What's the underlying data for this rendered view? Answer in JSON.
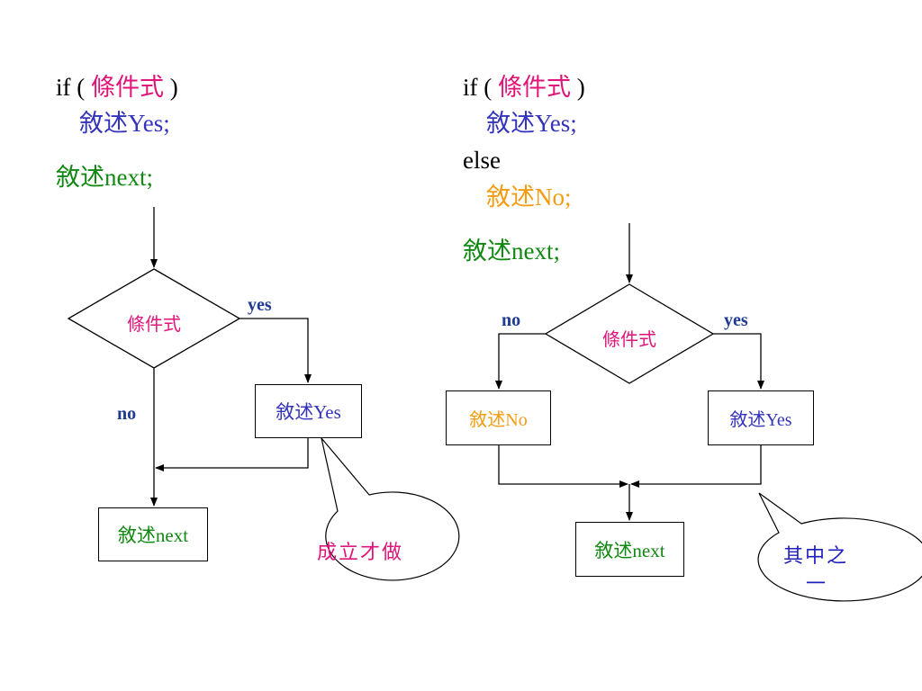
{
  "left": {
    "code": {
      "if_kw": "if ( ",
      "cond": "條件式",
      "close": " )",
      "stmt_yes": "敘述Yes;",
      "stmt_next": "敘述next;"
    },
    "flow": {
      "condition": "條件式",
      "yes_label": "yes",
      "no_label": "no",
      "yes_box": "敘述Yes",
      "next_box": "敘述next"
    },
    "callout": "成立才做"
  },
  "right": {
    "code": {
      "if_kw": "if ( ",
      "cond": "條件式",
      "close": " )",
      "stmt_yes": "敘述Yes;",
      "else_kw": "else",
      "stmt_no": "敘述No;",
      "stmt_next": "敘述next;"
    },
    "flow": {
      "condition": "條件式",
      "yes_label": "yes",
      "no_label": "no",
      "yes_box": "敘述Yes",
      "no_box": "敘述No",
      "next_box": "敘述next"
    },
    "callout_line1": "其中之",
    "callout_line2": "一"
  },
  "colors": {
    "condition": "#e0157a",
    "yes_statement": "#3333bb",
    "no_statement": "#f39c12",
    "next_statement": "#118811",
    "callout_left": "#e0157a",
    "callout_right": "#1f1fbb",
    "branch_label": "#1f3a93"
  }
}
